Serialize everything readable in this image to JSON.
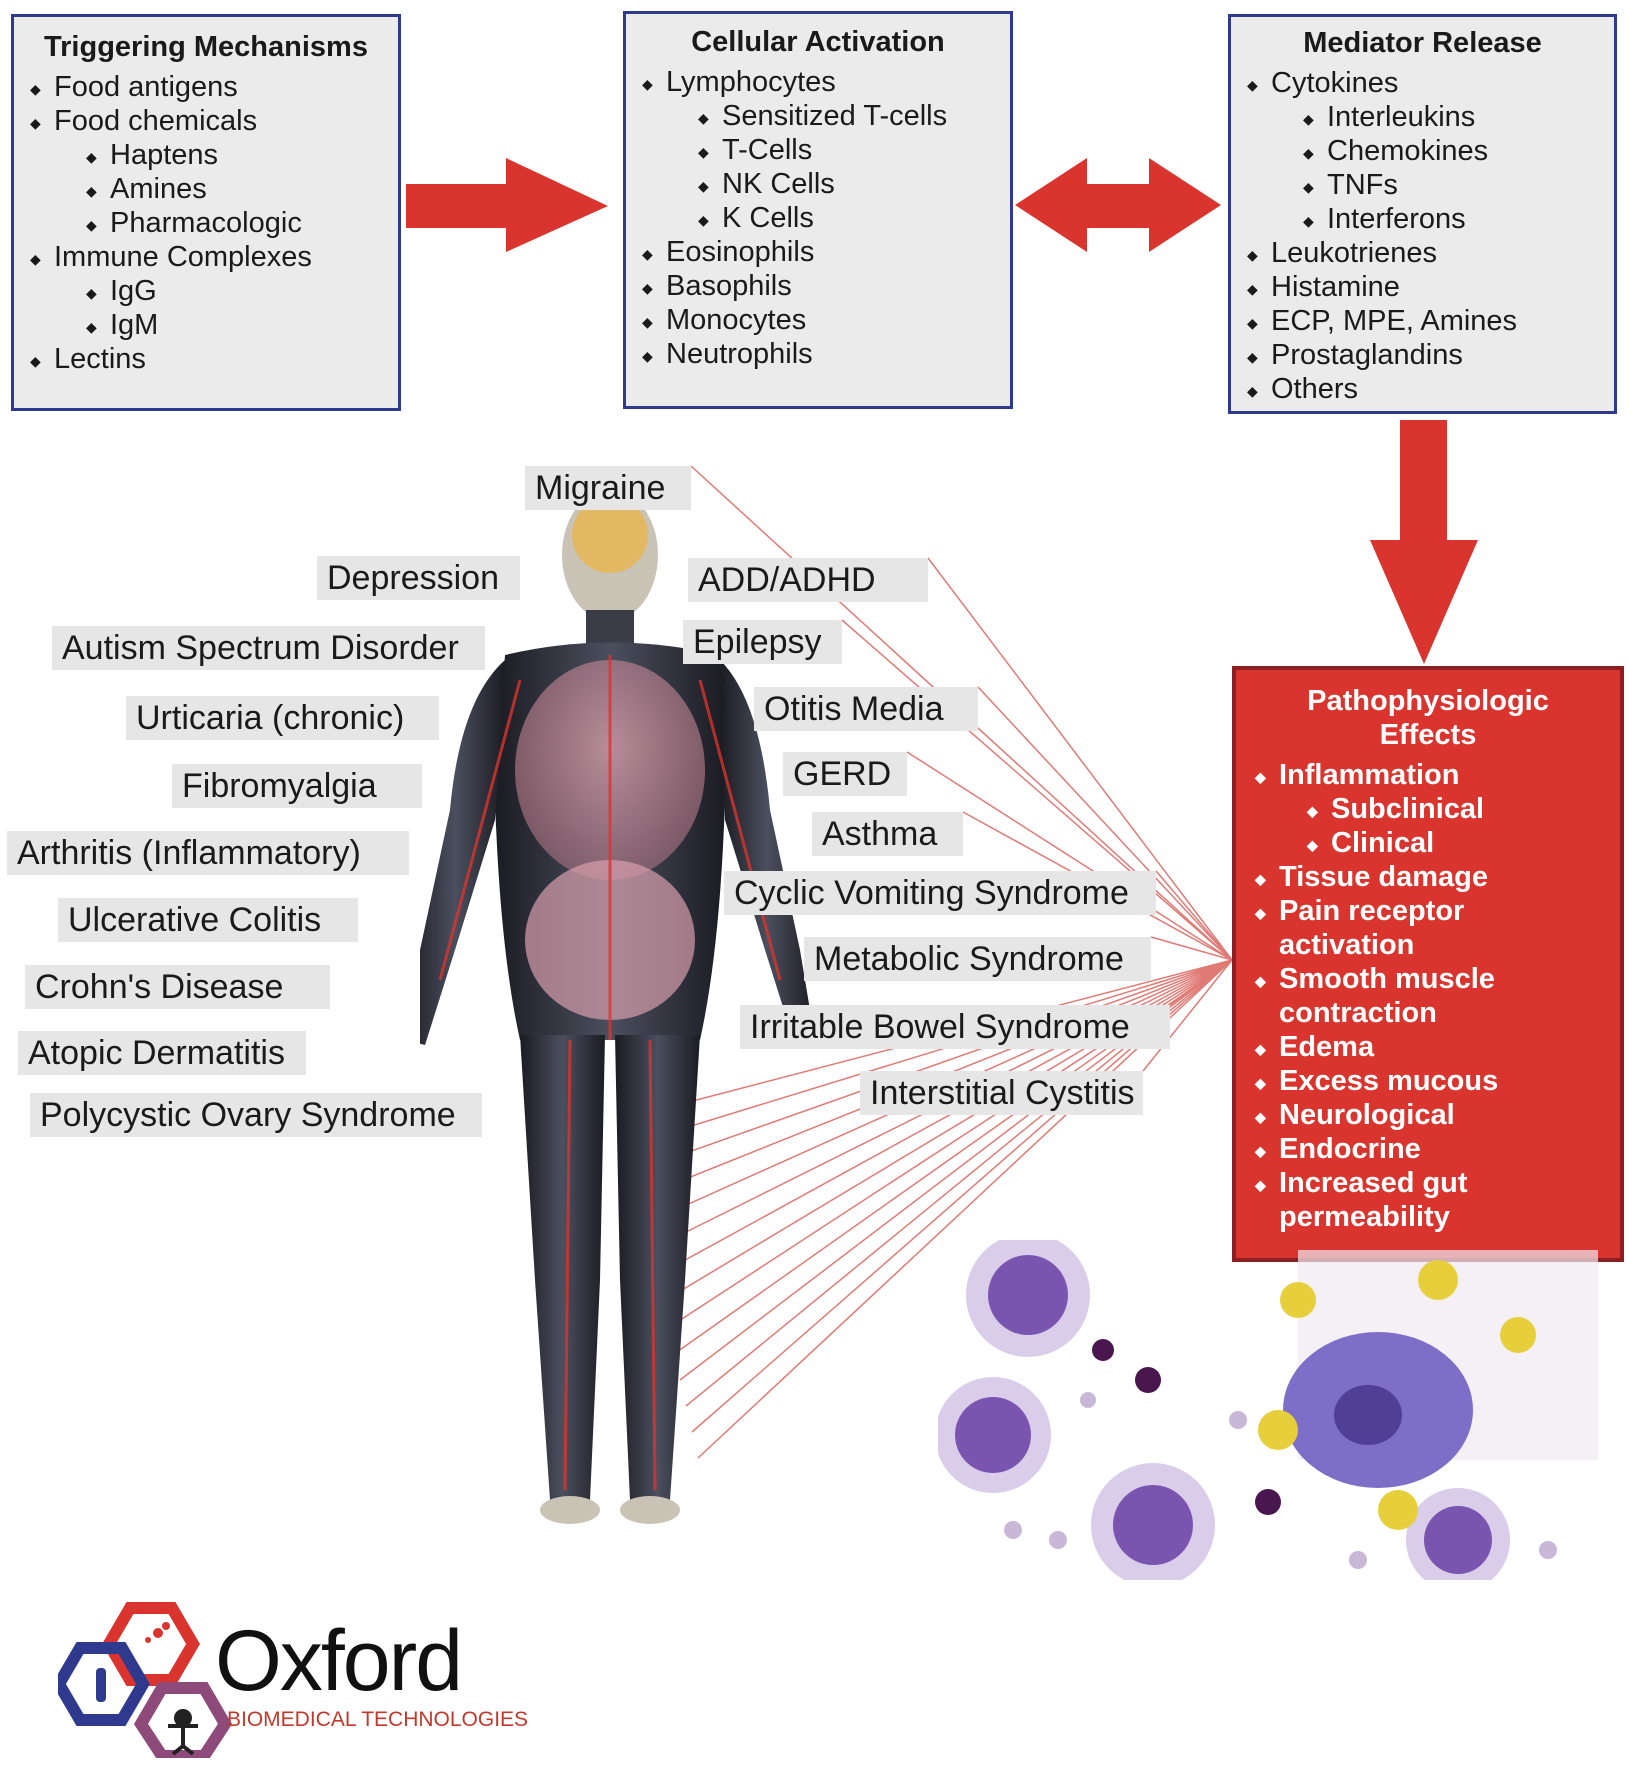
{
  "triggering": {
    "title": "Triggering Mechanisms",
    "items": [
      {
        "label": "Food antigens",
        "level": 1
      },
      {
        "label": "Food chemicals",
        "level": 1
      },
      {
        "label": "Haptens",
        "level": 2
      },
      {
        "label": "Amines",
        "level": 2
      },
      {
        "label": "Pharmacologic",
        "level": 2
      },
      {
        "label": "Immune Complexes",
        "level": 1
      },
      {
        "label": "IgG",
        "level": 2
      },
      {
        "label": "IgM",
        "level": 2
      },
      {
        "label": "Lectins",
        "level": 1
      }
    ]
  },
  "cellular": {
    "title": "Cellular Activation",
    "items": [
      {
        "label": "Lymphocytes",
        "level": 1
      },
      {
        "label": "Sensitized T-cells",
        "level": 2
      },
      {
        "label": "T-Cells",
        "level": 2
      },
      {
        "label": "NK Cells",
        "level": 2
      },
      {
        "label": "K Cells",
        "level": 2
      },
      {
        "label": "Eosinophils",
        "level": 1
      },
      {
        "label": "Basophils",
        "level": 1
      },
      {
        "label": "Monocytes",
        "level": 1
      },
      {
        "label": "Neutrophils",
        "level": 1
      }
    ]
  },
  "mediator": {
    "title": "Mediator Release",
    "items": [
      {
        "label": "Cytokines",
        "level": 1
      },
      {
        "label": "Interleukins",
        "level": 2
      },
      {
        "label": "Chemokines",
        "level": 2
      },
      {
        "label": "TNFs",
        "level": 2
      },
      {
        "label": "Interferons",
        "level": 2
      },
      {
        "label": "Leukotrienes",
        "level": 1
      },
      {
        "label": "Histamine",
        "level": 1
      },
      {
        "label": "ECP, MPE, Amines",
        "level": 1
      },
      {
        "label": "Prostaglandins",
        "level": 1
      },
      {
        "label": "Others",
        "level": 1
      }
    ]
  },
  "effects": {
    "title_line1": "Pathophysiologic",
    "title_line2": "Effects",
    "items": [
      {
        "label": "Inflammation",
        "level": 1
      },
      {
        "label": "Subclinical",
        "level": 2
      },
      {
        "label": "Clinical",
        "level": 2
      },
      {
        "label": "Tissue damage",
        "level": 1
      },
      {
        "label": "Pain receptor",
        "level": 1,
        "cont": "activation"
      },
      {
        "label": "Smooth muscle",
        "level": 1,
        "cont": "contraction"
      },
      {
        "label": "Edema",
        "level": 1
      },
      {
        "label": "Excess mucous",
        "level": 1
      },
      {
        "label": "Neurological",
        "level": 1
      },
      {
        "label": "Endocrine",
        "level": 1
      },
      {
        "label": "Increased gut",
        "level": 1,
        "cont": "permeability"
      }
    ]
  },
  "diseases": [
    "Migraine",
    "Depression",
    "ADD/ADHD",
    "Autism Spectrum Disorder",
    "Epilepsy",
    "Urticaria (chronic)",
    "Otitis Media",
    "Fibromyalgia",
    "GERD",
    "Arthritis (Inflammatory)",
    "Asthma",
    "Ulcerative Colitis",
    "Cyclic Vomiting Syndrome",
    "Crohn's Disease",
    "Metabolic Syndrome",
    "Atopic Dermatitis",
    "Irritable Bowel Syndrome",
    "Interstitial Cystitis",
    "Polycystic Ovary Syndrome"
  ],
  "colors": {
    "arrow": "#d9352e",
    "box_border": "#2f3a8f",
    "box_fill": "#ebebeb",
    "effects_fill": "#d9352e",
    "effects_border": "#8d1e24",
    "line": "#e07a75"
  },
  "logo": {
    "name": "Oxford",
    "sub": "BIOMEDICAL TECHNOLOGIES"
  }
}
